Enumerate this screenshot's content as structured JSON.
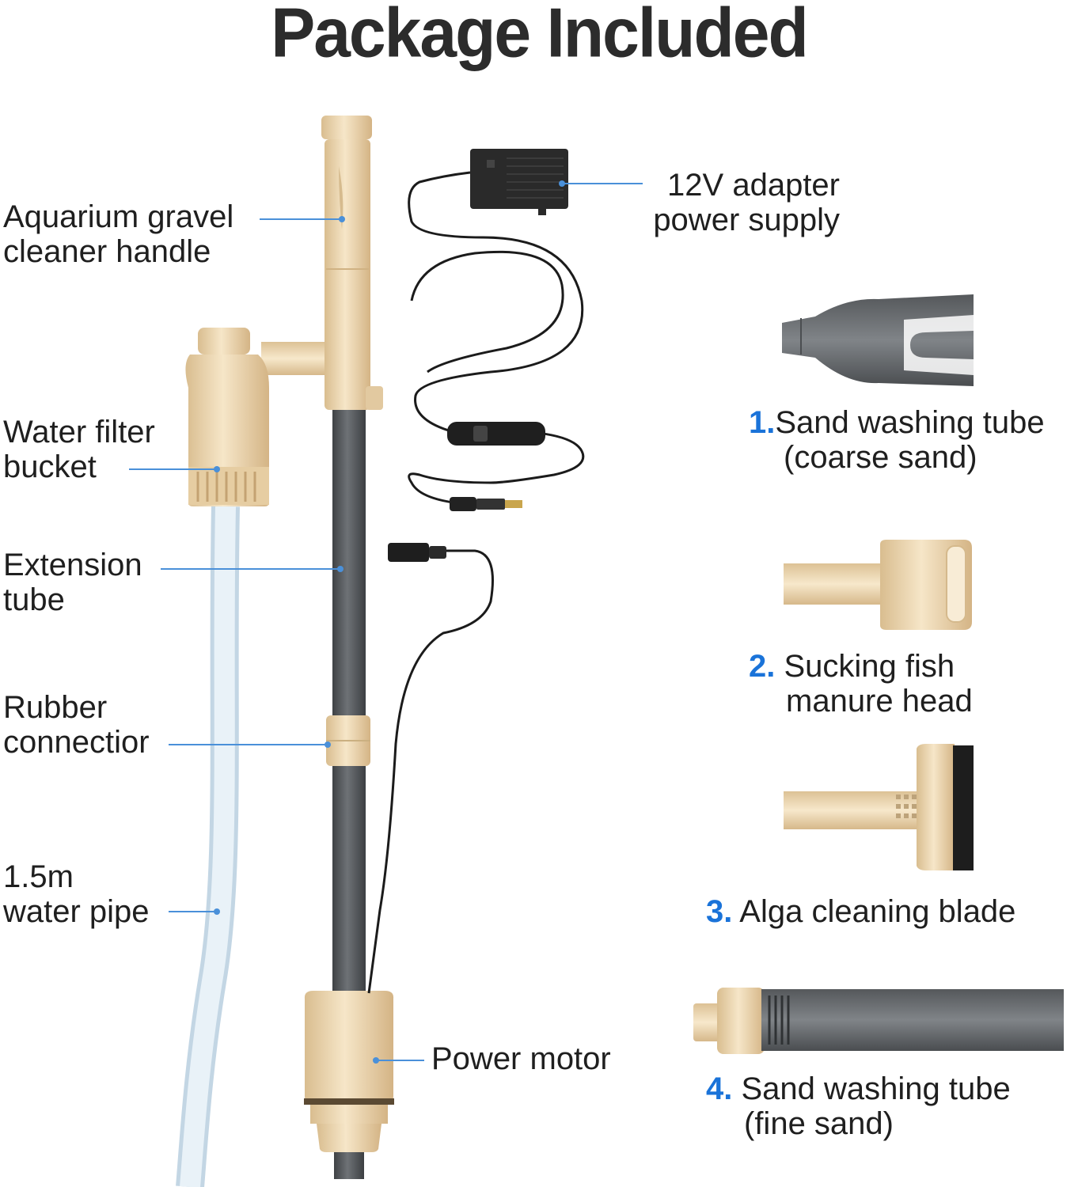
{
  "title": "Package Included",
  "colors": {
    "accent_blue": "#1a73d9",
    "beige_plastic": "#ecd4ad",
    "grey_tube": "#5f6368",
    "callout_line": "#4a90d9",
    "hose": "#dde9f2"
  },
  "callouts": {
    "handle": [
      "Aquarium gravel",
      "cleaner handle"
    ],
    "filter": [
      "Water filter",
      "bucket"
    ],
    "extension": [
      "Extension",
      "tube"
    ],
    "rubber": [
      "Rubber",
      "connectior"
    ],
    "pipe": [
      "1.5m",
      "water pipe"
    ],
    "motor": [
      "Power motor"
    ],
    "adapter": [
      "12V adapter",
      "power supply"
    ]
  },
  "accessories": [
    {
      "number": "1.",
      "lines": [
        "Sand washing tube",
        "(coarse sand)"
      ],
      "icon": "coarse-sand-tube-icon"
    },
    {
      "number": "2.",
      "lines": [
        "Sucking fish",
        "manure head"
      ],
      "icon": "manure-head-icon"
    },
    {
      "number": "3.",
      "lines": [
        "Alga cleaning blade"
      ],
      "icon": "alga-blade-icon"
    },
    {
      "number": "4.",
      "lines": [
        "Sand washing tube",
        "(fine sand)"
      ],
      "icon": "fine-sand-tube-icon"
    }
  ]
}
